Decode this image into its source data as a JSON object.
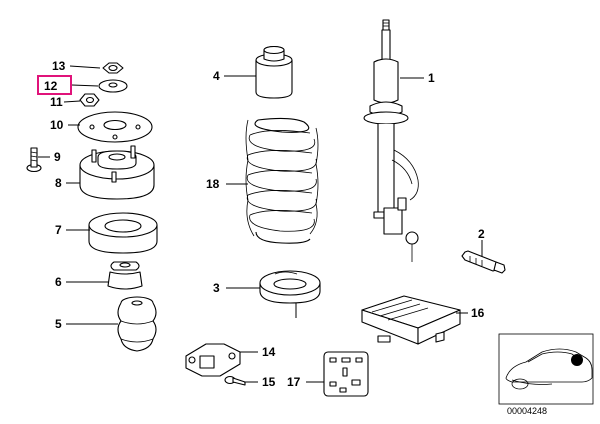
{
  "diagram": {
    "highlight_color": "#e0137a",
    "highlighted_label": "12",
    "catalog_code": "00004248",
    "parts": [
      {
        "id": "p1",
        "number": "1",
        "name": "shock-absorber"
      },
      {
        "id": "p2",
        "number": "2",
        "name": "hex-bolt"
      },
      {
        "id": "p3",
        "number": "3",
        "name": "lower-spring-pad"
      },
      {
        "id": "p4",
        "number": "4",
        "name": "protection-tube"
      },
      {
        "id": "p5",
        "number": "5",
        "name": "auxiliary-spring"
      },
      {
        "id": "p6",
        "number": "6",
        "name": "stop-buffer"
      },
      {
        "id": "p7",
        "number": "7",
        "name": "upper-spring-pad"
      },
      {
        "id": "p8",
        "number": "8",
        "name": "support-bearing"
      },
      {
        "id": "p9",
        "number": "9",
        "name": "screw"
      },
      {
        "id": "p10",
        "number": "10",
        "name": "washer-plate"
      },
      {
        "id": "p11",
        "number": "11",
        "name": "collar-nut"
      },
      {
        "id": "p12",
        "number": "12",
        "name": "washer"
      },
      {
        "id": "p13",
        "number": "13",
        "name": "self-locking-nut"
      },
      {
        "id": "p14",
        "number": "14",
        "name": "sensor-bracket"
      },
      {
        "id": "p15",
        "number": "15",
        "name": "screw-small"
      },
      {
        "id": "p16",
        "number": "16",
        "name": "control-unit"
      },
      {
        "id": "p17",
        "number": "17",
        "name": "relay"
      },
      {
        "id": "p18",
        "number": "18",
        "name": "coil-spring"
      }
    ]
  }
}
